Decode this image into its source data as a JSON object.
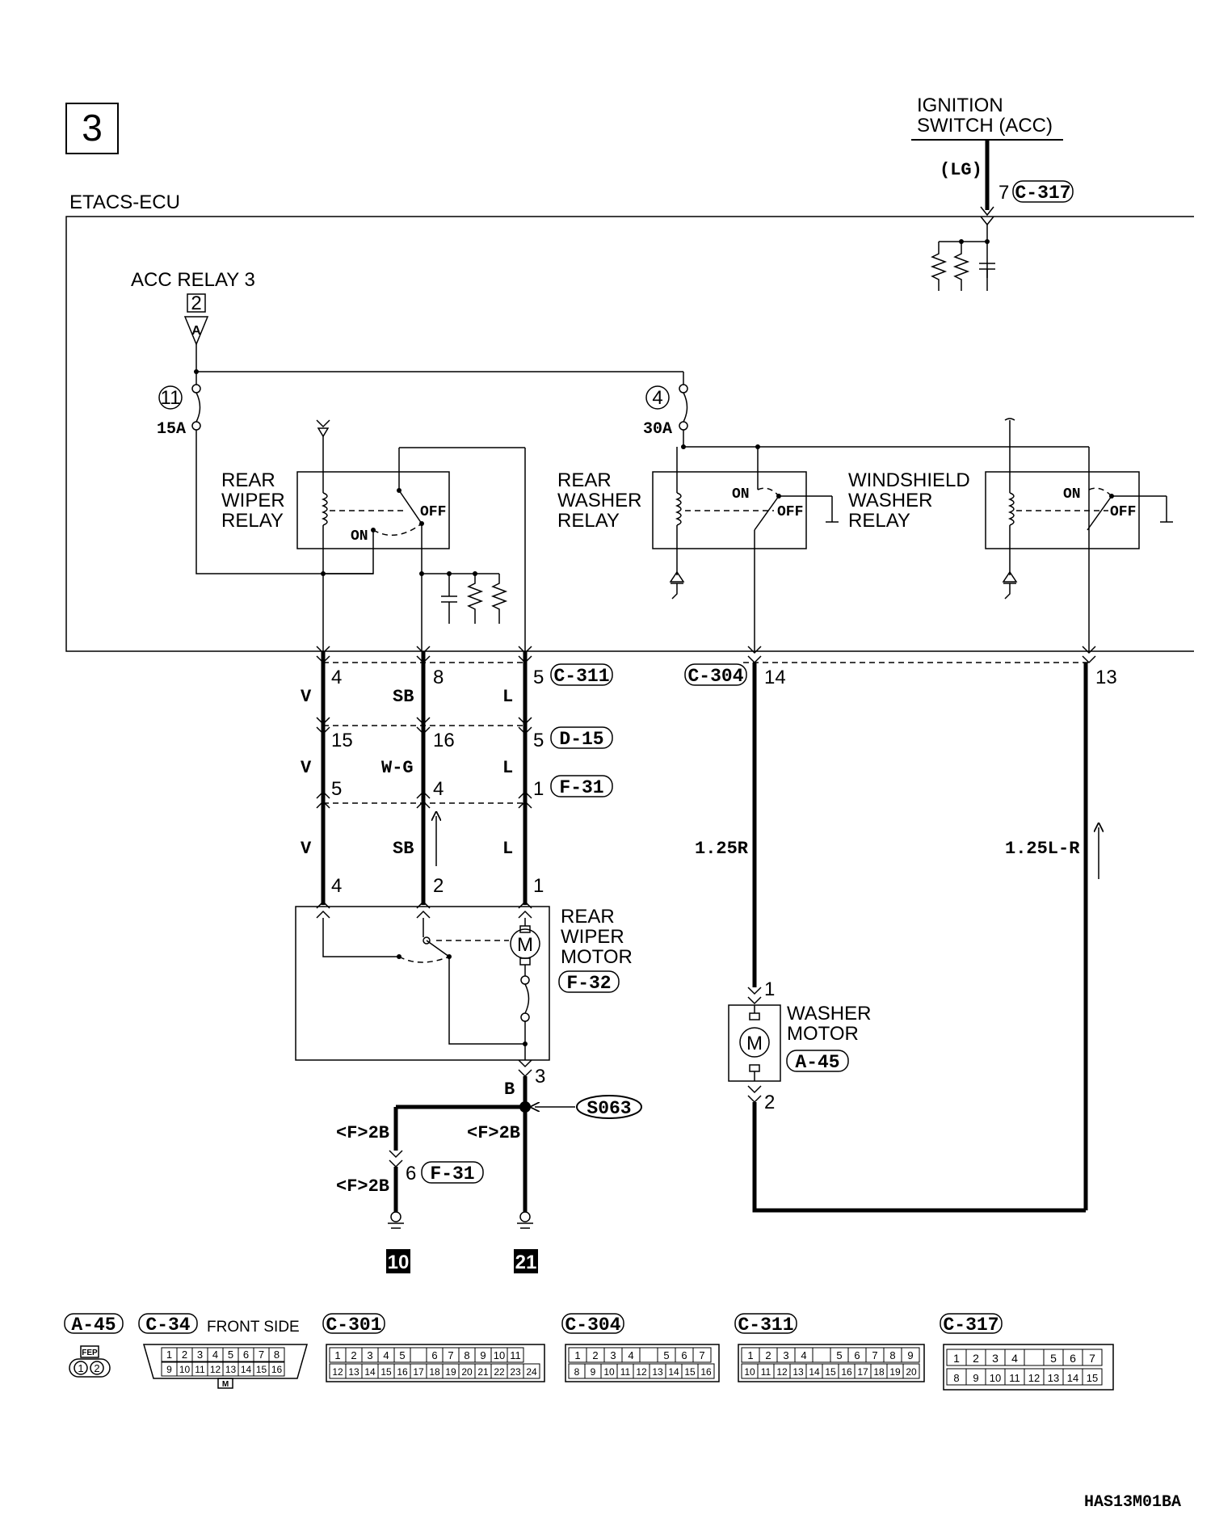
{
  "page_number": "3",
  "ecu": "ETACS-ECU",
  "ignition": {
    "line1": "IGNITION",
    "line2": "SWITCH (ACC)",
    "wire_color": "(LG)",
    "pin": "7",
    "connector": "C-317"
  },
  "acc_relay": {
    "label": "ACC RELAY 3",
    "ref": "2",
    "arrow_letter": "A"
  },
  "fuse_left": {
    "number": "11",
    "rating": "15A"
  },
  "fuse_right": {
    "number": "4",
    "rating": "30A"
  },
  "relays": {
    "rear_wiper": [
      "REAR",
      "WIPER",
      "RELAY"
    ],
    "rear_washer": [
      "REAR",
      "WASHER",
      "RELAY"
    ],
    "windshield_washer": [
      "WINDSHIELD",
      "WASHER",
      "RELAY"
    ],
    "on": "ON",
    "off": "OFF"
  },
  "left_pins": {
    "row1": {
      "a": "4",
      "b": "8",
      "c": "5",
      "conn": "C-311"
    },
    "row2": {
      "a": "15",
      "b": "16",
      "c": "5",
      "conn": "D-15"
    },
    "row3": {
      "a": "5",
      "b": "4",
      "c": "1",
      "conn": "F-31"
    },
    "row4": {
      "a": "4",
      "b": "2",
      "c": "1"
    }
  },
  "left_wires": {
    "seg1": {
      "a": "V",
      "b": "SB",
      "c": "L"
    },
    "seg2": {
      "a": "V",
      "b": "W-G",
      "c": "L"
    },
    "seg3": {
      "a": "V",
      "b": "SB",
      "c": "L"
    }
  },
  "right_pins": {
    "conn": "C-304",
    "a": "14",
    "b": "13"
  },
  "right_wires": {
    "a": "1.25R",
    "b": "1.25L-R"
  },
  "wiper_motor": {
    "line1": "REAR",
    "line2": "WIPER",
    "line3": "MOTOR",
    "conn": "F-32",
    "pin": "3",
    "motor_symbol": "M"
  },
  "washer_motor": {
    "line1": "WASHER",
    "line2": "MOTOR",
    "conn": "A-45",
    "pin_top": "1",
    "pin_bottom": "2",
    "motor_symbol": "M"
  },
  "ground": {
    "wire_b": "B",
    "splice": "S063",
    "f2b": "<F>2B",
    "pin6": "6",
    "conn_f31": "F-31",
    "ground_left": "10",
    "ground_right": "21"
  },
  "connectors_legend": [
    {
      "id": "A-45"
    },
    {
      "id": "C-34",
      "note": "FRONT SIDE"
    },
    {
      "id": "C-301"
    },
    {
      "id": "C-304"
    },
    {
      "id": "C-311"
    },
    {
      "id": "C-317"
    }
  ],
  "legend_pins": {
    "a45": {
      "top": "FEP",
      "p1": "1",
      "p2": "2"
    },
    "c34": {
      "row1": [
        "1",
        "2",
        "3",
        "4",
        "5",
        "6",
        "7",
        "8"
      ],
      "row2": [
        "9",
        "10",
        "11",
        "12",
        "13",
        "14",
        "15",
        "16"
      ],
      "key": "M"
    },
    "c301": {
      "row1": [
        "1",
        "2",
        "3",
        "4",
        "5",
        "",
        "6",
        "7",
        "8",
        "9",
        "10",
        "11"
      ],
      "row2": [
        "12",
        "13",
        "14",
        "15",
        "16",
        "17",
        "18",
        "19",
        "20",
        "21",
        "22",
        "23",
        "24"
      ]
    },
    "c304": {
      "row1": [
        "1",
        "2",
        "3",
        "4",
        "",
        "5",
        "6",
        "7"
      ],
      "row2": [
        "8",
        "9",
        "10",
        "11",
        "12",
        "13",
        "14",
        "15",
        "16"
      ]
    },
    "c311": {
      "row1": [
        "1",
        "2",
        "3",
        "4",
        "",
        "5",
        "6",
        "7",
        "8",
        "9"
      ],
      "row2": [
        "10",
        "11",
        "12",
        "13",
        "14",
        "15",
        "16",
        "17",
        "18",
        "19",
        "20"
      ]
    },
    "c317": {
      "row1": [
        "1",
        "2",
        "3",
        "4",
        "",
        "5",
        "6",
        "7"
      ],
      "row2": [
        "8",
        "9",
        "10",
        "11",
        "12",
        "13",
        "14",
        "15"
      ]
    }
  },
  "doc_code": "HAS13M01BA"
}
